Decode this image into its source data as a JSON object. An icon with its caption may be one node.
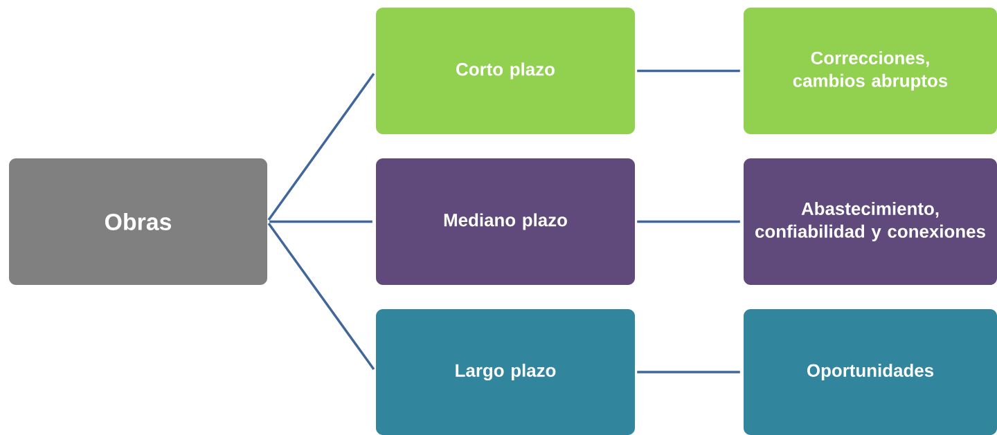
{
  "diagram": {
    "nodes": [
      {
        "text": [
          "Obras"
        ]
      },
      {
        "text": [
          "Corto plazo"
        ]
      },
      {
        "text": [
          "Mediano plazo"
        ]
      },
      {
        "text": [
          "Largo plazo"
        ]
      },
      {
        "text": [
          "Correcciones, cambios abruptos"
        ]
      },
      {
        "text": [
          "Abastecimiento, confiabilidad y conexiones"
        ]
      },
      {
        "text": [
          "Oportunidades"
        ]
      }
    ],
    "edges": [
      {
        "from": 0,
        "to": 1,
        "arrow": "none"
      },
      {
        "from": 0,
        "to": 2,
        "arrow": "none"
      },
      {
        "from": 0,
        "to": 3,
        "arrow": "none"
      },
      {
        "from": 1,
        "to": 4,
        "arrow": "none"
      },
      {
        "from": 2,
        "to": 5,
        "arrow": "none"
      },
      {
        "from": 3,
        "to": 6,
        "arrow": "none"
      }
    ]
  }
}
